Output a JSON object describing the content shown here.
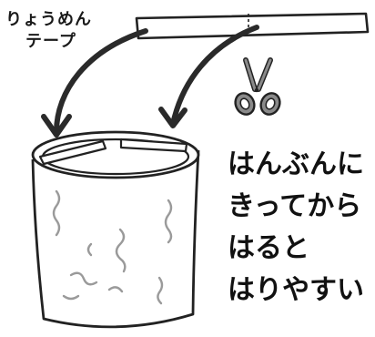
{
  "tape_label": {
    "line1": "りょうめん",
    "line2": "テープ"
  },
  "instruction": {
    "lines": [
      "はんぶんに",
      "きってから",
      "はると",
      "はりやすい"
    ]
  },
  "icons": {
    "tool": "scissors-icon"
  },
  "colors": {
    "ink": "#1a1a1a",
    "outline": "#222222",
    "scissors_gray": "#8a8a8a",
    "texture_gray": "#9a9a9a",
    "background": "#ffffff"
  }
}
